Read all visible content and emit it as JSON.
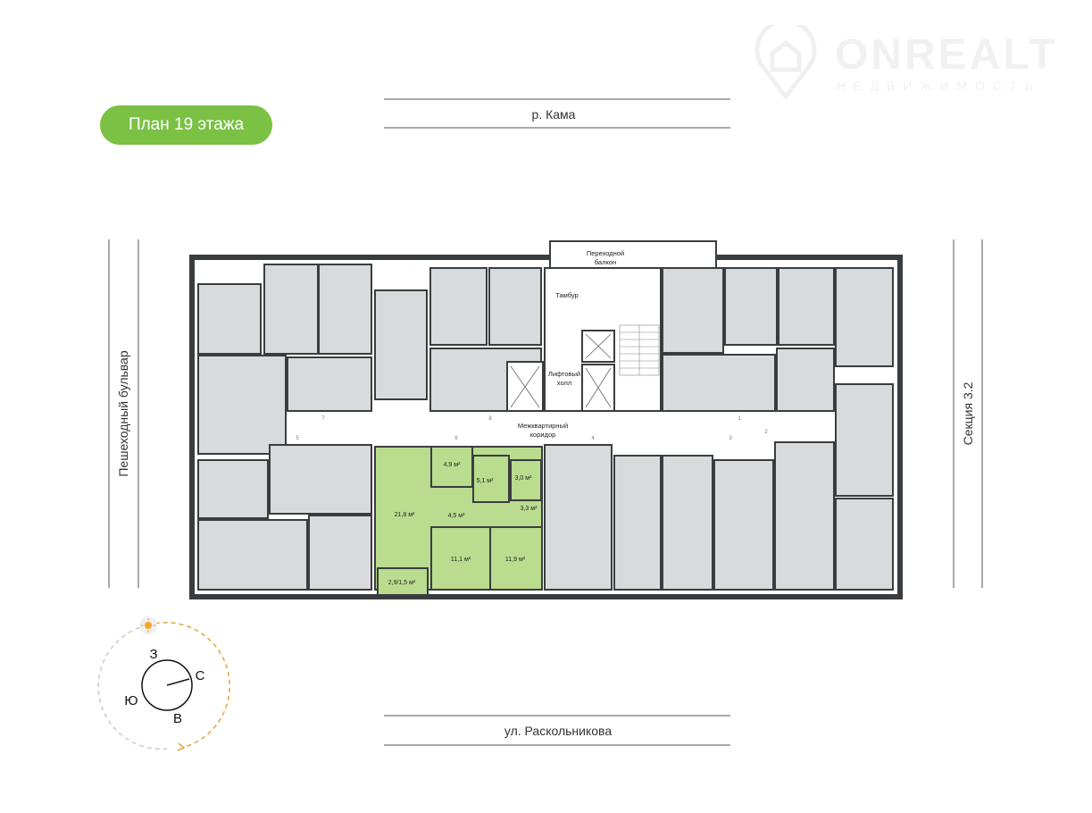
{
  "header": {
    "floor_label": "План 19 этажа"
  },
  "logo": {
    "name": "ONREALT",
    "tagline": "НЕДВИЖИМОСТЬ"
  },
  "streets": {
    "top": "р. Кама",
    "bottom": "ул. Раскольникова",
    "left": "Пешеходный бульвар",
    "right": "Секция 3.2"
  },
  "core": {
    "balcony": [
      "Переходной",
      "балкон"
    ],
    "vestibule": "Тамбур",
    "lift_hall": [
      "Лифтовый",
      "холл"
    ],
    "corridor": [
      "Межквартирный",
      "коридор"
    ]
  },
  "apartment": {
    "color": "#b9dc8e",
    "areas": {
      "hall": "4,9 м²",
      "bath": "5,1 м²",
      "wc": "3,0 м²",
      "living": "21,8 м²",
      "corridor": "4,5 м²",
      "storage": "3,3 м²",
      "bedroom1": "11,1 м²",
      "bedroom2": "11,9 м²",
      "balcony": "2,9/1,5 м²"
    }
  },
  "doors": [
    "1",
    "2",
    "3",
    "4",
    "5",
    "6",
    "7",
    "8"
  ],
  "compass": {
    "north": "С",
    "south": "Ю",
    "east": "В",
    "west": "З",
    "sun_icon": "sun-icon"
  }
}
